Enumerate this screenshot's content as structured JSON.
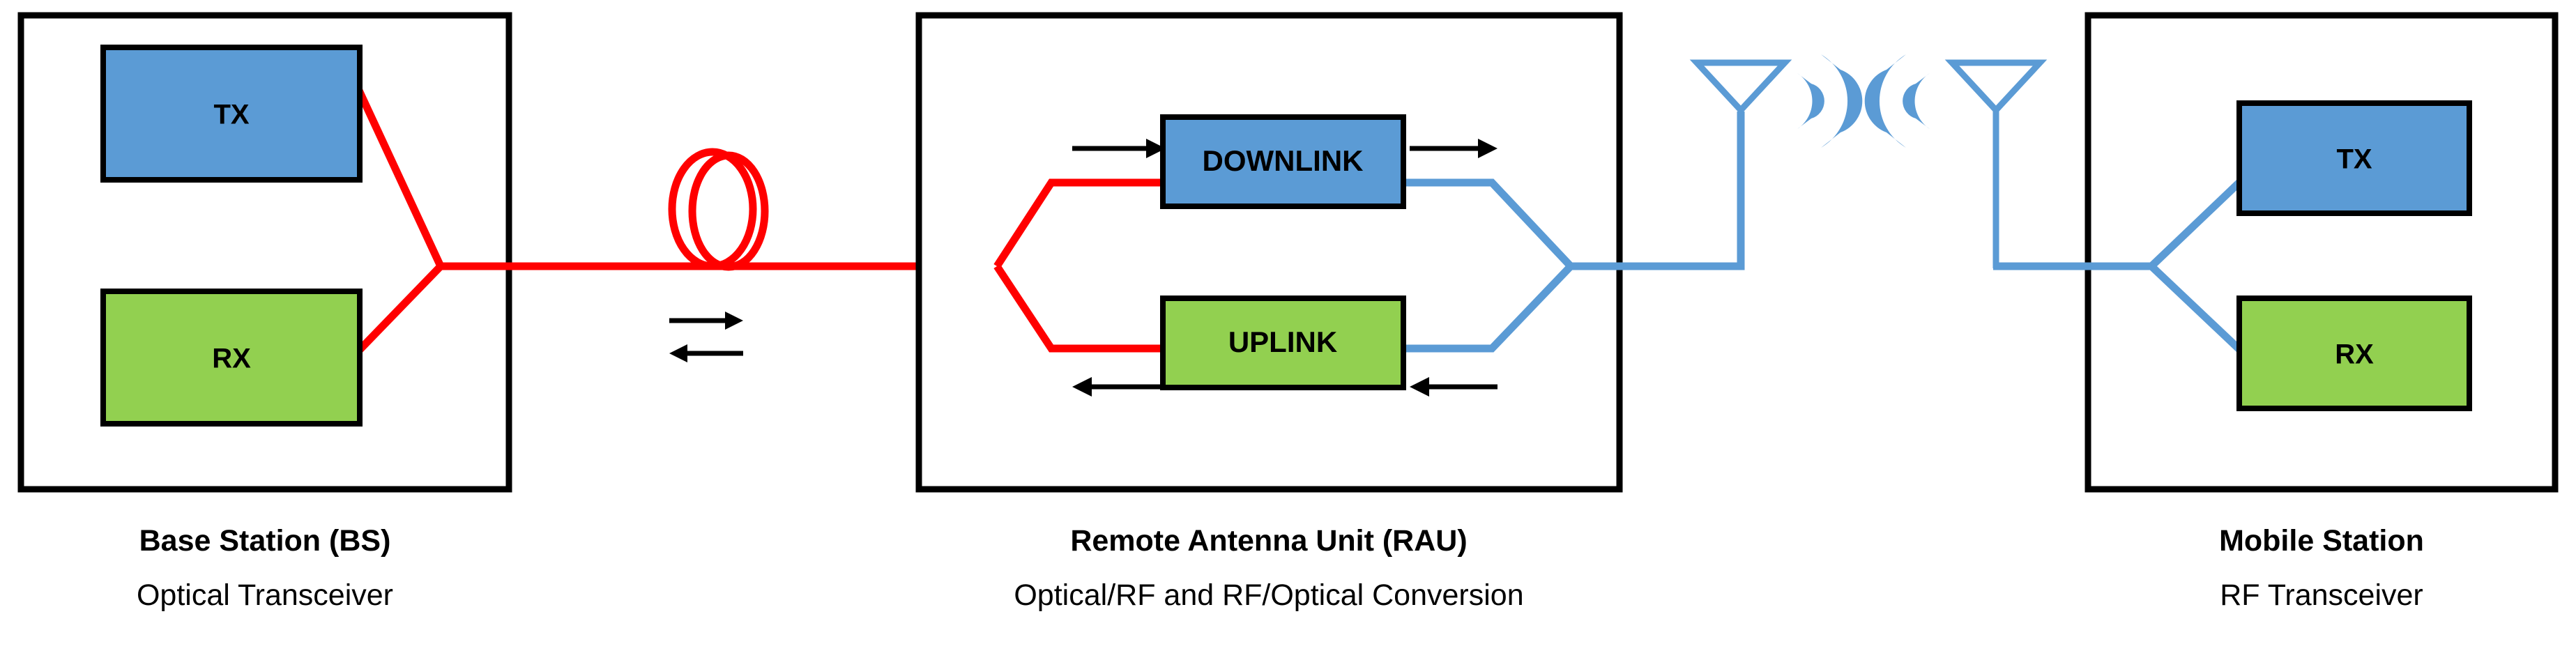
{
  "figure": {
    "title": "Radio-over-Fiber link block diagram",
    "colors": {
      "tx_fill": "#5B9BD5",
      "rx_fill": "#92D050",
      "downlink_fill": "#5B9BD5",
      "uplink_fill": "#92D050",
      "optical_link": "#FF0000",
      "rf_link": "#5B9BD5",
      "enclosure_border": "#000000",
      "arrow": "#000000",
      "background": "#FFFFFF"
    }
  },
  "base_station": {
    "caption_title": "Base Station (BS)",
    "caption_sub": "Optical Transceiver",
    "boxes": [
      {
        "label": "TX",
        "fill": "#5B9BD5"
      },
      {
        "label": "RX",
        "fill": "#92D050"
      }
    ]
  },
  "fiber_link": {
    "coil_name": "optical-fiber-coil",
    "color": "#FF0000",
    "direction_arrows": [
      {
        "name": "downlink-direction-arrow",
        "direction": "right"
      },
      {
        "name": "uplink-direction-arrow",
        "direction": "left"
      }
    ]
  },
  "rau": {
    "caption_title": "Remote Antenna Unit (RAU)",
    "caption_sub": "Optical/RF and RF/Optical Conversion",
    "boxes": [
      {
        "label": "DOWNLINK",
        "fill": "#5B9BD5"
      },
      {
        "label": "UPLINK",
        "fill": "#92D050"
      }
    ],
    "flow_arrows": [
      {
        "name": "downlink-in-arrow",
        "direction": "right"
      },
      {
        "name": "downlink-out-arrow",
        "direction": "right"
      },
      {
        "name": "uplink-out-arrow",
        "direction": "left"
      },
      {
        "name": "uplink-in-arrow",
        "direction": "left"
      }
    ]
  },
  "wireless": {
    "rau_antenna_name": "rau-antenna-icon",
    "ms_antenna_name": "mobile-antenna-icon",
    "rau_waves_name": "rau-rf-waves-icon",
    "ms_waves_name": "mobile-rf-waves-icon",
    "color": "#5B9BD5"
  },
  "mobile_station": {
    "caption_title": "Mobile Station",
    "caption_sub": "RF Transceiver",
    "boxes": [
      {
        "label": "TX",
        "fill": "#5B9BD5"
      },
      {
        "label": "RX",
        "fill": "#92D050"
      }
    ]
  }
}
